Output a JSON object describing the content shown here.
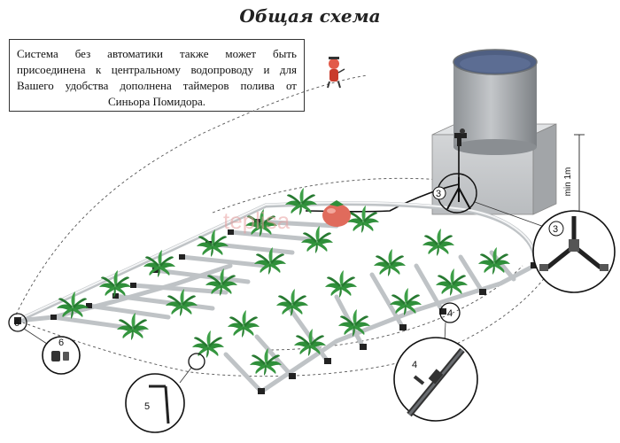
{
  "title": "Общая схема",
  "info_text": "Система без автоматики также может быть присоединена к центральному водопроводу и для Вашего удобства дополнена таймеров полива от Синьора Помидора.",
  "watermark": "teplisa",
  "labels": {
    "callout_3": "3",
    "callout_4": "4",
    "callout_5": "5",
    "callout_6": "6",
    "height_label": "min 1m"
  },
  "icons": [
    "tank-icon",
    "tap-icon",
    "plant-icon",
    "tomato-icon",
    "mascot-icon"
  ],
  "colors": {
    "tank_water": "#4f5f82",
    "tank_body": "#a4a8ad",
    "pipe": "#e6e8ea",
    "plant": "#2f8f3a",
    "tomato": "#e06b5c"
  }
}
